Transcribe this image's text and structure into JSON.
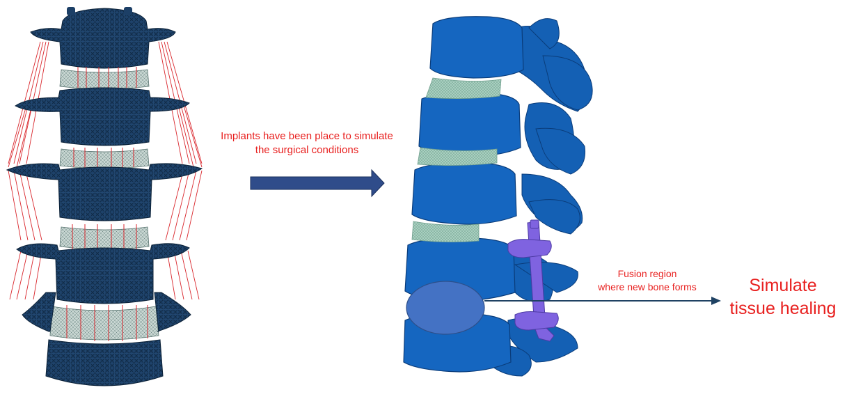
{
  "annotations": {
    "implants_text": [
      "Implants have been place to simulate",
      "the surgical conditions"
    ],
    "fusion_text": [
      "Fusion region",
      "where new bone forms"
    ],
    "healing_text": [
      "Simulate",
      "tissue healing"
    ]
  },
  "colors": {
    "text_red": "#e8201f",
    "bone_dark_mesh": "#1c3f66",
    "bone_blue": "#1460b4",
    "disc_mesh": "#b9c9c6",
    "ligament_red": "#d9262c",
    "implant_purple": "#7f63e0",
    "fusion_ellipse": "#4472c4",
    "arrow_fill": "#2f4c8a",
    "connector_line": "#1f4263"
  },
  "figures": {
    "left": "finite-element-lumbar-spine-mesh-with-ligaments",
    "right": "lumbar-spine-model-with-pedicle-screw-rod-implants"
  }
}
